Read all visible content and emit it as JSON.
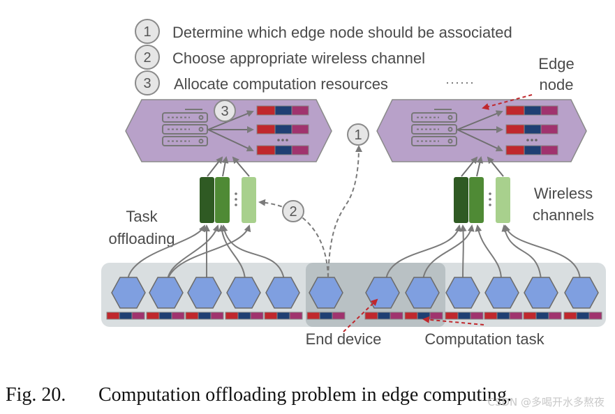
{
  "legend": {
    "items": [
      {
        "num": "1",
        "text": "Determine which edge node should be associated"
      },
      {
        "num": "2",
        "text": "Choose appropriate wireless channel"
      },
      {
        "num": "3",
        "text": "Allocate computation resources"
      }
    ],
    "more": "······"
  },
  "labels": {
    "edge_node_line1": "Edge",
    "edge_node_line2": "node",
    "wireless_line1": "Wireless",
    "wireless_line2": "channels",
    "task_line1": "Task",
    "task_line2": "offloading",
    "end_device": "End device",
    "computation_task": "Computation task"
  },
  "markers": {
    "step1": "1",
    "step2": "2",
    "step3": "3"
  },
  "caption": {
    "fig": "Fig. 20.",
    "text": "Computation offloading problem in edge computing."
  },
  "watermark": "CSDN @多喝开水多熬夜",
  "colors": {
    "edge_node_fill": "#b8a1c9",
    "device_fill": "#7f9fe0",
    "device_band": "#d9dee0",
    "channel_dark": "#2f5a23",
    "channel_mid": "#4f8a35",
    "channel_light": "#a8d08d",
    "task_red": "#c0282d",
    "task_navy": "#1f3f73",
    "task_magenta": "#a0336e",
    "arrow_red": "#c0282d",
    "arrow_gray": "#7a7a7a"
  }
}
